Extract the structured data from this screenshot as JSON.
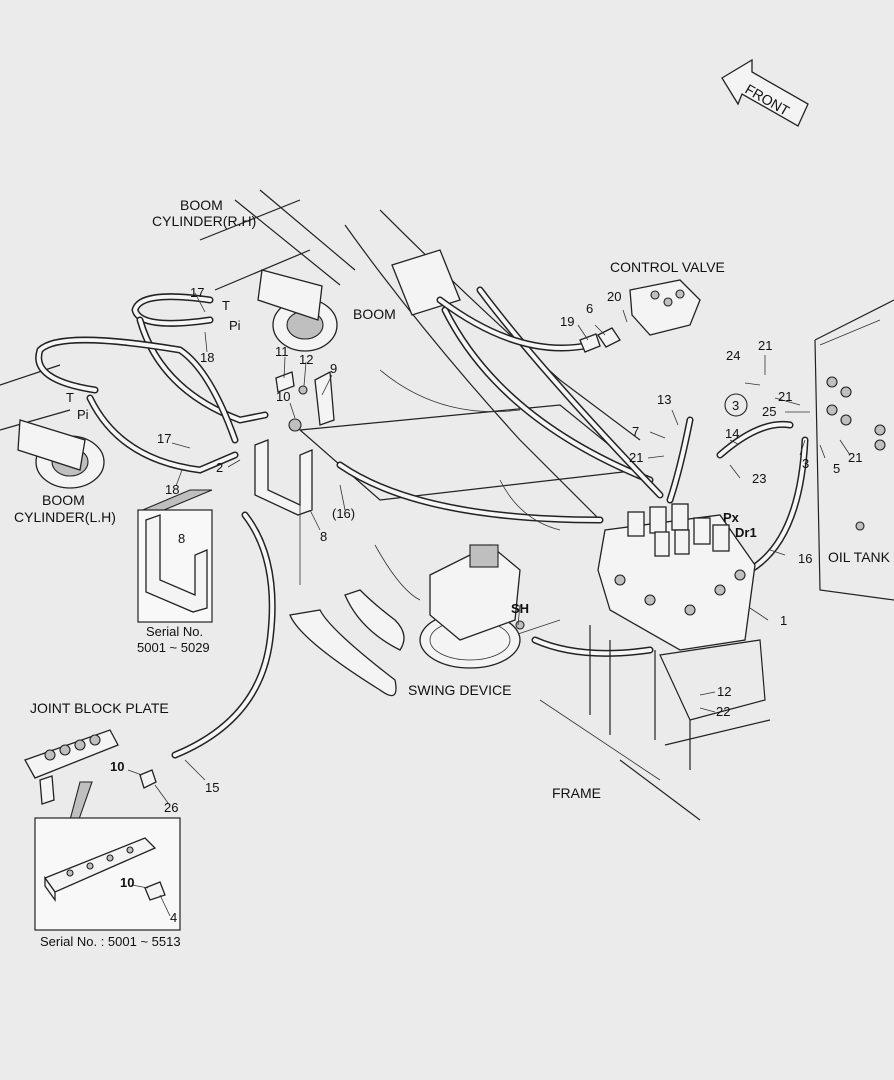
{
  "arrow": {
    "label": "FRONT"
  },
  "headings": {
    "boom_cyl_rh_1": "BOOM",
    "boom_cyl_rh_2": "CYLINDER(R.H)",
    "boom_cyl_lh_1": "BOOM",
    "boom_cyl_lh_2": "CYLINDER(L.H)",
    "control_valve": "CONTROL VALVE",
    "boom": "BOOM",
    "oil_tank": "OIL TANK",
    "swing_device": "SWING DEVICE",
    "frame": "FRAME",
    "joint_block_plate": "JOINT BLOCK PLATE",
    "serial_1a": "Serial No.",
    "serial_1b": "5001 ~ 5029",
    "serial_2": "Serial No. : 5001 ~ 5513"
  },
  "ports": {
    "t_right": "T",
    "pi_right": "Pi",
    "t_left": "T",
    "pi_left": "Pi",
    "px": "Px",
    "dr1": "Dr1",
    "sh": "SH"
  },
  "callouts": {
    "c1": "1",
    "c2": "2",
    "c3a": "3",
    "c3b": "3",
    "c4": "4",
    "c5": "5",
    "c6": "6",
    "c7": "7",
    "c8a": "8",
    "c8b": "8",
    "c9": "9",
    "c10a": "10",
    "c10b": "10",
    "c10c": "10",
    "c11": "11",
    "c12a": "12",
    "c12b": "12",
    "c13": "13",
    "c14": "14",
    "c15": "15",
    "c16a": "(16)",
    "c16b": "16",
    "c17a": "17",
    "c17b": "17",
    "c18a": "18",
    "c18b": "18",
    "c19": "19",
    "c20": "20",
    "c21a": "21",
    "c21b": "21",
    "c21c": "21",
    "c21d": "21",
    "c22": "22",
    "c23": "23",
    "c24": "24",
    "c25": "25",
    "c26": "26"
  }
}
